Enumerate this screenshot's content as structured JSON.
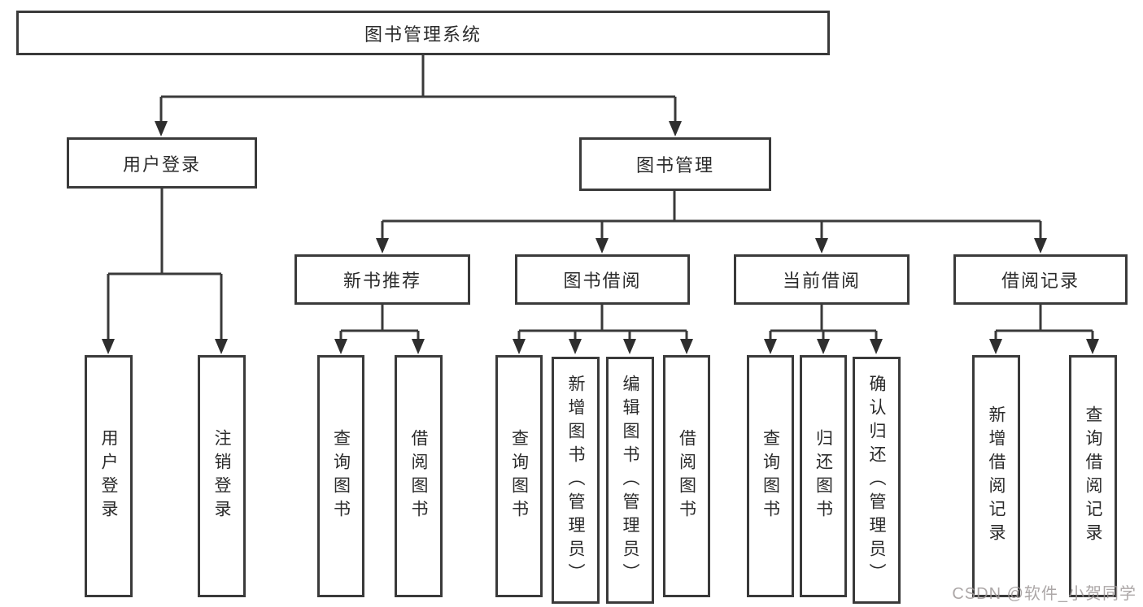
{
  "watermark": "CSDN @软件_小贺同学",
  "tree": {
    "root": "图书管理系统",
    "user_login": {
      "label": "用户登录",
      "children": [
        "用户登录",
        "注销登录"
      ]
    },
    "book_mgmt": {
      "label": "图书管理",
      "sections": [
        {
          "label": "新书推荐",
          "children": [
            "查询图书",
            "借阅图书"
          ]
        },
        {
          "label": "图书借阅",
          "children": [
            "查询图书",
            "新增图书（管理员）",
            "编辑图书（管理员）",
            "借阅图书"
          ]
        },
        {
          "label": "当前借阅",
          "children": [
            "查询图书",
            "归还图书",
            "确认归还（管理员）"
          ]
        },
        {
          "label": "借阅记录",
          "children": [
            "新增借阅记录",
            "查询借阅记录"
          ]
        }
      ]
    }
  }
}
